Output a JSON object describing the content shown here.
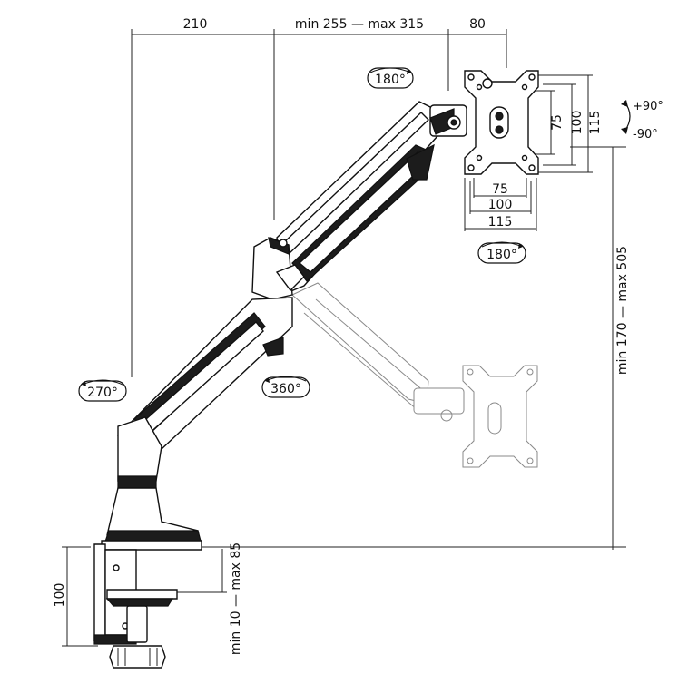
{
  "dimensions": {
    "top_left": "210",
    "top_middle": "min 255 — max 315",
    "top_right": "80",
    "vesa_inner_v": "75",
    "vesa_mid_v": "100",
    "vesa_outer_v": "115",
    "vesa_inner_h": "75",
    "vesa_mid_h": "100",
    "vesa_outer_h": "115",
    "height_range": "min 170 — max 505",
    "clamp_height": "100",
    "desk_thickness": "min 10 — max 85"
  },
  "rotations": {
    "head_top": "180°",
    "head_bottom": "180°",
    "base": "270°",
    "elbow": "360°",
    "tilt_up": "+90°",
    "tilt_down": "-90°"
  }
}
